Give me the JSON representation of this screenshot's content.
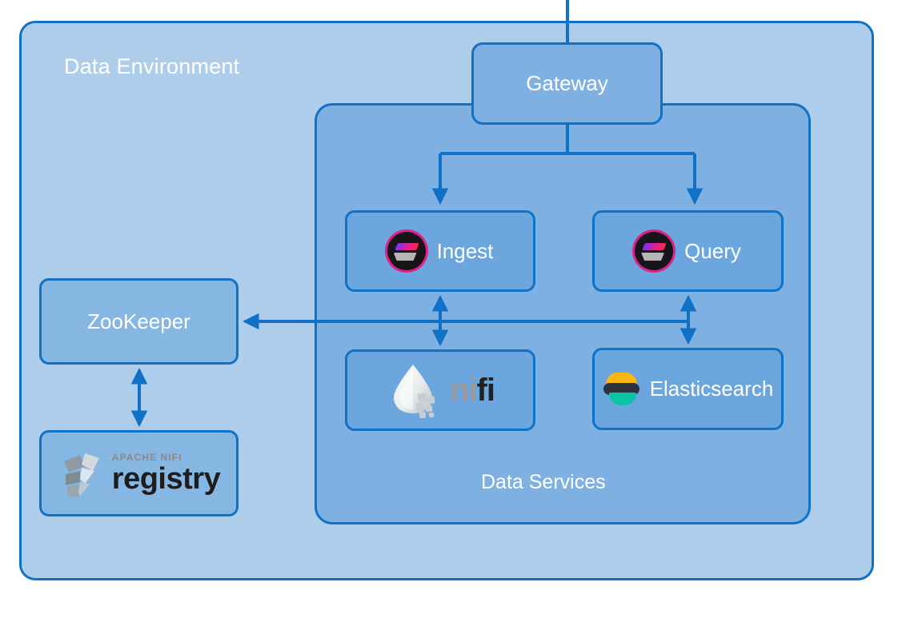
{
  "diagram": {
    "title": "Data Environment",
    "type": "architecture-block-diagram"
  },
  "environment": {
    "label": "Data Environment",
    "fill": "#aecdeb",
    "stroke": "#1072c6"
  },
  "services_group": {
    "label": "Data Services",
    "fill": "#7fb0e2",
    "stroke": "#1072c6"
  },
  "nodes": {
    "gateway": {
      "label": "Gateway",
      "icon": "none"
    },
    "ingest": {
      "label": "Ingest",
      "icon": "pulsar-icon"
    },
    "query": {
      "label": "Query",
      "icon": "pulsar-icon"
    },
    "nifi": {
      "label": "",
      "logo_primary": "ni",
      "logo_secondary": "fi",
      "icon": "nifi-droplet-icon"
    },
    "elasticsearch": {
      "label": "Elasticsearch",
      "icon": "elasticsearch-icon"
    },
    "zookeeper": {
      "label": "ZooKeeper",
      "icon": "none"
    },
    "registry": {
      "label": "",
      "logo_sup": "APACHE NIFI",
      "logo_main": "registry",
      "icon": "nifi-registry-icon"
    }
  },
  "connections": [
    {
      "from": "external-top",
      "to": "gateway",
      "style": "line"
    },
    {
      "from": "gateway",
      "to": "ingest",
      "style": "arrow-down"
    },
    {
      "from": "gateway",
      "to": "query",
      "style": "arrow-down"
    },
    {
      "from": "ingest",
      "to": "nifi",
      "style": "double-arrow-vertical"
    },
    {
      "from": "query",
      "to": "elasticsearch",
      "style": "double-arrow-vertical"
    },
    {
      "from": "data-services",
      "to": "zookeeper",
      "style": "arrow-left"
    },
    {
      "from": "zookeeper",
      "to": "registry",
      "style": "double-arrow-vertical"
    }
  ],
  "colors": {
    "stroke": "#1072c6",
    "env_fill": "#aecdeb",
    "panel_fill": "#7fb0e2",
    "node_fill_panel": "#6ca6df",
    "node_fill_env": "#86b6e2",
    "label_text": "#ffffff",
    "elastic_yellow": "#f9b710",
    "elastic_dark": "#2c333f",
    "elastic_teal": "#09c5a4",
    "pulsar_pink": "#e0218a",
    "pulsar_dark": "#17151a"
  }
}
